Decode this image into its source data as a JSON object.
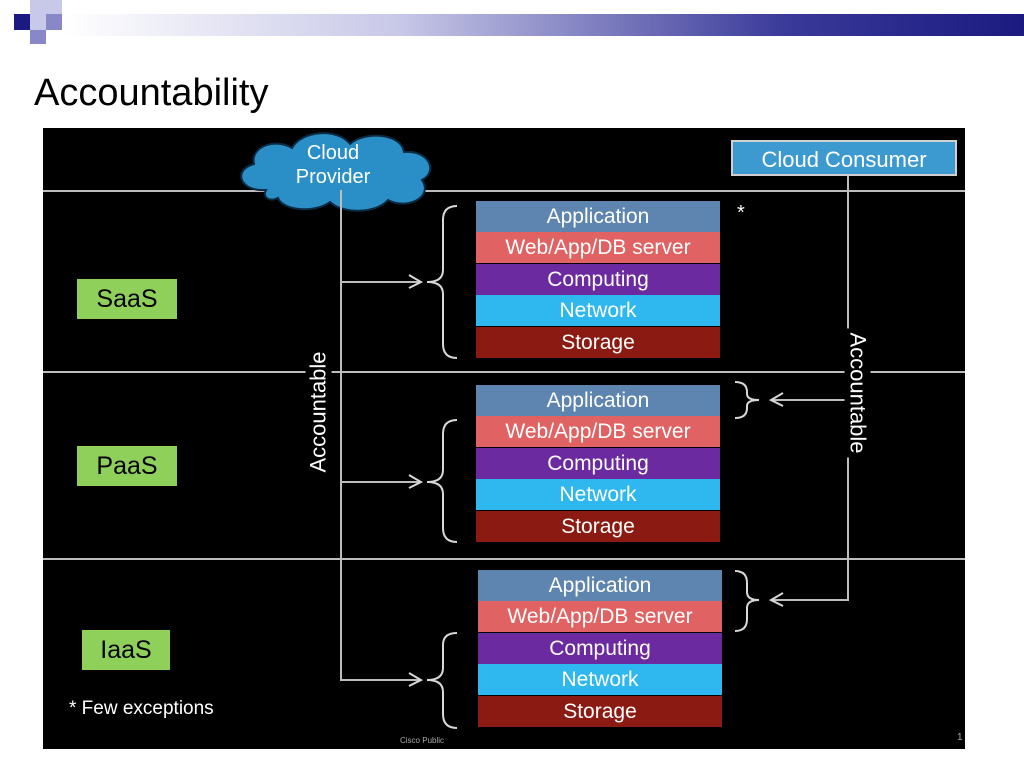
{
  "slide": {
    "title": "Accountability",
    "colors": {
      "saas_paas_iaas_tag": "#8fd05a",
      "application": "#5e85b0",
      "server": "#e06262",
      "computing": "#6b2aa0",
      "network": "#2fb8f0",
      "storage": "#8a1a12",
      "consumer": "#3d9ad0"
    }
  },
  "diagram": {
    "cloud_provider": "Cloud\nProvider",
    "cloud_consumer": "Cloud Consumer",
    "accountable_left": "Accountable",
    "accountable_right": "Accountable",
    "star": "*",
    "footnote": "* Few exceptions",
    "footer_text": "Cisco Public",
    "page_number": "1",
    "models": [
      {
        "name": "SaaS",
        "layers": [
          "Application",
          "Web/App/DB server",
          "Computing",
          "Network",
          "Storage"
        ]
      },
      {
        "name": "PaaS",
        "layers": [
          "Application",
          "Web/App/DB server",
          "Computing",
          "Network",
          "Storage"
        ]
      },
      {
        "name": "IaaS",
        "layers": [
          "Application",
          "Web/App/DB server",
          "Computing",
          "Network",
          "Storage"
        ]
      }
    ]
  }
}
